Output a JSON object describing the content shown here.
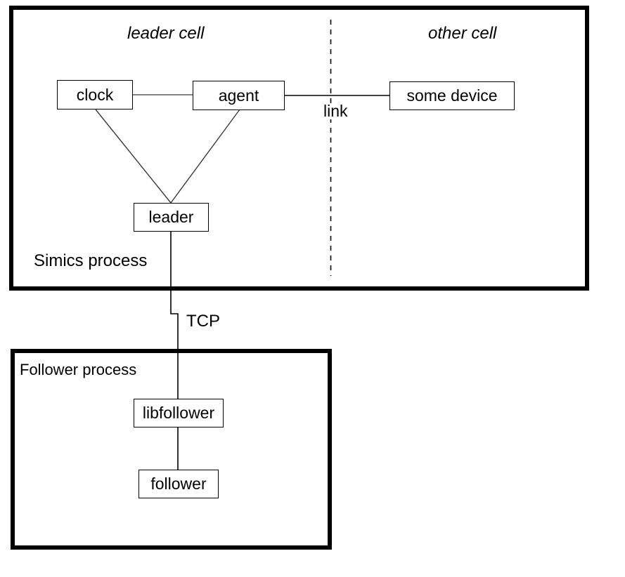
{
  "diagram": {
    "title_hidden": "Simics leader cell / follower process architecture",
    "colors": {
      "stroke": "#000000",
      "background": "#ffffff",
      "group_border": "#000000",
      "node_border": "#000000",
      "connector": "#333333"
    },
    "groups": [
      {
        "id": "simics-process",
        "label": "Simics process",
        "border_width": 6
      },
      {
        "id": "follower-process",
        "label": "Follower process",
        "border_width": 6
      }
    ],
    "cells": [
      {
        "id": "leader-cell",
        "label": "leader cell",
        "style": "italic"
      },
      {
        "id": "other-cell",
        "label": "other cell",
        "style": "italic"
      }
    ],
    "nodes": [
      {
        "id": "clock",
        "label": "clock"
      },
      {
        "id": "agent",
        "label": "agent"
      },
      {
        "id": "some-device",
        "label": "some device"
      },
      {
        "id": "leader",
        "label": "leader"
      },
      {
        "id": "libfollower",
        "label": "libfollower"
      },
      {
        "id": "follower",
        "label": "follower"
      }
    ],
    "edges": [
      {
        "id": "clock-agent",
        "from": "clock",
        "to": "agent",
        "label": ""
      },
      {
        "id": "agent-some-device",
        "from": "agent",
        "to": "some-device",
        "label": "link"
      },
      {
        "id": "clock-leader",
        "from": "clock",
        "to": "leader",
        "label": ""
      },
      {
        "id": "agent-leader",
        "from": "agent",
        "to": "leader",
        "label": ""
      },
      {
        "id": "leader-libfollower",
        "from": "leader",
        "to": "libfollower",
        "label": "TCP"
      },
      {
        "id": "libfollower-follower",
        "from": "libfollower",
        "to": "follower",
        "label": ""
      }
    ],
    "labels": {
      "link": "link",
      "tcp": "TCP"
    },
    "separator": {
      "id": "cell-divider",
      "style": "dashed",
      "orientation": "vertical"
    }
  }
}
